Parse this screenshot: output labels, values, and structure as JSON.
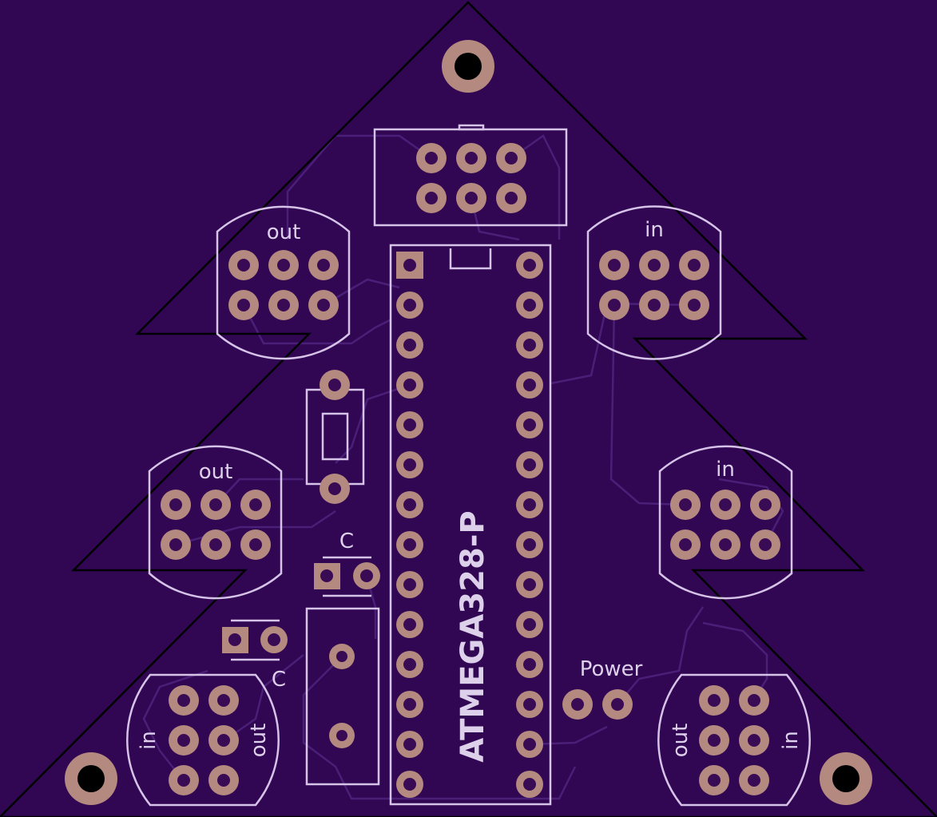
{
  "board": {
    "colors": {
      "substrate": "#310653",
      "copper": "#b48a80",
      "silkscreen": "#d6c3e8",
      "outline": "#000000"
    },
    "labels": {
      "ic": "ATMEGA328-P",
      "power": "Power",
      "cap_top": "C",
      "cap_bottom": "C",
      "conn_tl": "out",
      "conn_tr": "in",
      "conn_ml": "out",
      "conn_mr": "in",
      "conn_bl_left": "in",
      "conn_bl_right": "out",
      "conn_br_left": "out",
      "conn_br_right": "in"
    }
  }
}
